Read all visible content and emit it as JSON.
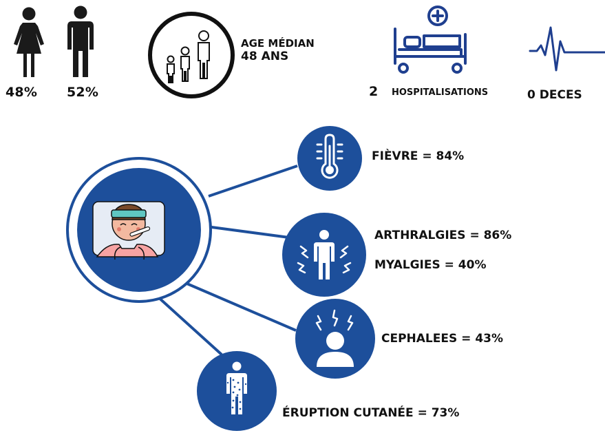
{
  "demographics": {
    "female_pct": "48%",
    "male_pct": "52%",
    "median_age_label": "AGE MÉDIAN",
    "median_age_value": "48 ANS"
  },
  "outcomes": {
    "hospitalisations_count": "2",
    "hospitalisations_label": "HOSPITALISATIONS",
    "deaths": "0 DECES"
  },
  "symptoms": {
    "fever": "FIÈVRE = 84%",
    "arthralgia": "ARTHRALGIES = 86%",
    "myalgia": "MYALGIES = 40%",
    "headache": "CEPHALEES = 43%",
    "rash": "ÉRUPTION CUTANÉE = 73%"
  },
  "colors": {
    "blue": "#1d4f9b",
    "dark": "#111111",
    "navy_outline": "#1f3f8f"
  }
}
